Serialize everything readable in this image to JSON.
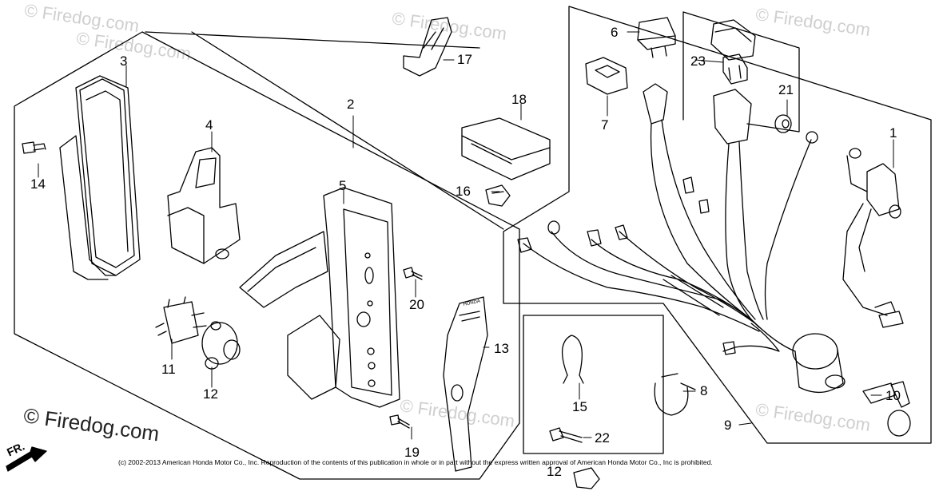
{
  "watermarks": [
    "© Firedog.com",
    "© Firedog.com",
    "© Firedog.com",
    "© Firedog.com",
    "© Firedog.com",
    "© Firedog.com"
  ],
  "main_watermark": "© Firedog.com",
  "copyright": "(c) 2002-2013 American Honda Motor Co., Inc. Reproduction of the contents of this publication in whole or in part without the express written approval of American Honda Motor Co., Inc is prohibited.",
  "direction_label": "FR.",
  "stamp_text": "HONDA",
  "callouts": {
    "c1": "1",
    "c2": "2",
    "c3": "3",
    "c4": "4",
    "c5": "5",
    "c6": "6",
    "c7": "7",
    "c8": "8",
    "c9": "9",
    "c10": "10",
    "c11": "11",
    "c12": "12",
    "c13": "13",
    "c14": "14",
    "c15": "15",
    "c16": "16",
    "c17": "17",
    "c18": "18",
    "c19": "19",
    "c20": "20",
    "c21": "21",
    "c22": "22",
    "c23": "23",
    "c12b": "12"
  },
  "colors": {
    "line": "#000000",
    "watermark": "#cfcfcf",
    "background": "#ffffff"
  }
}
